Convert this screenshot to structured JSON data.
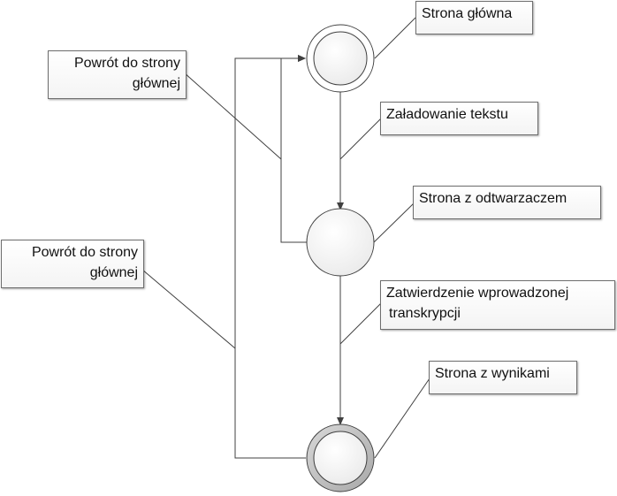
{
  "states": {
    "home": "Strona główna",
    "player": "Strona z odtwarzaczem",
    "results": "Strona z wynikami"
  },
  "transitions": {
    "load_text": "Załadowanie tekstu",
    "confirm_line1": "Zatwierdzenie wprowadzonej",
    "confirm_line2": "transkrypcji"
  },
  "returns": {
    "from_player_line1": "Powrót do strony",
    "from_player_line2": "głównej",
    "from_results_line1": "Powrót do strony",
    "from_results_line2": "głównej"
  }
}
